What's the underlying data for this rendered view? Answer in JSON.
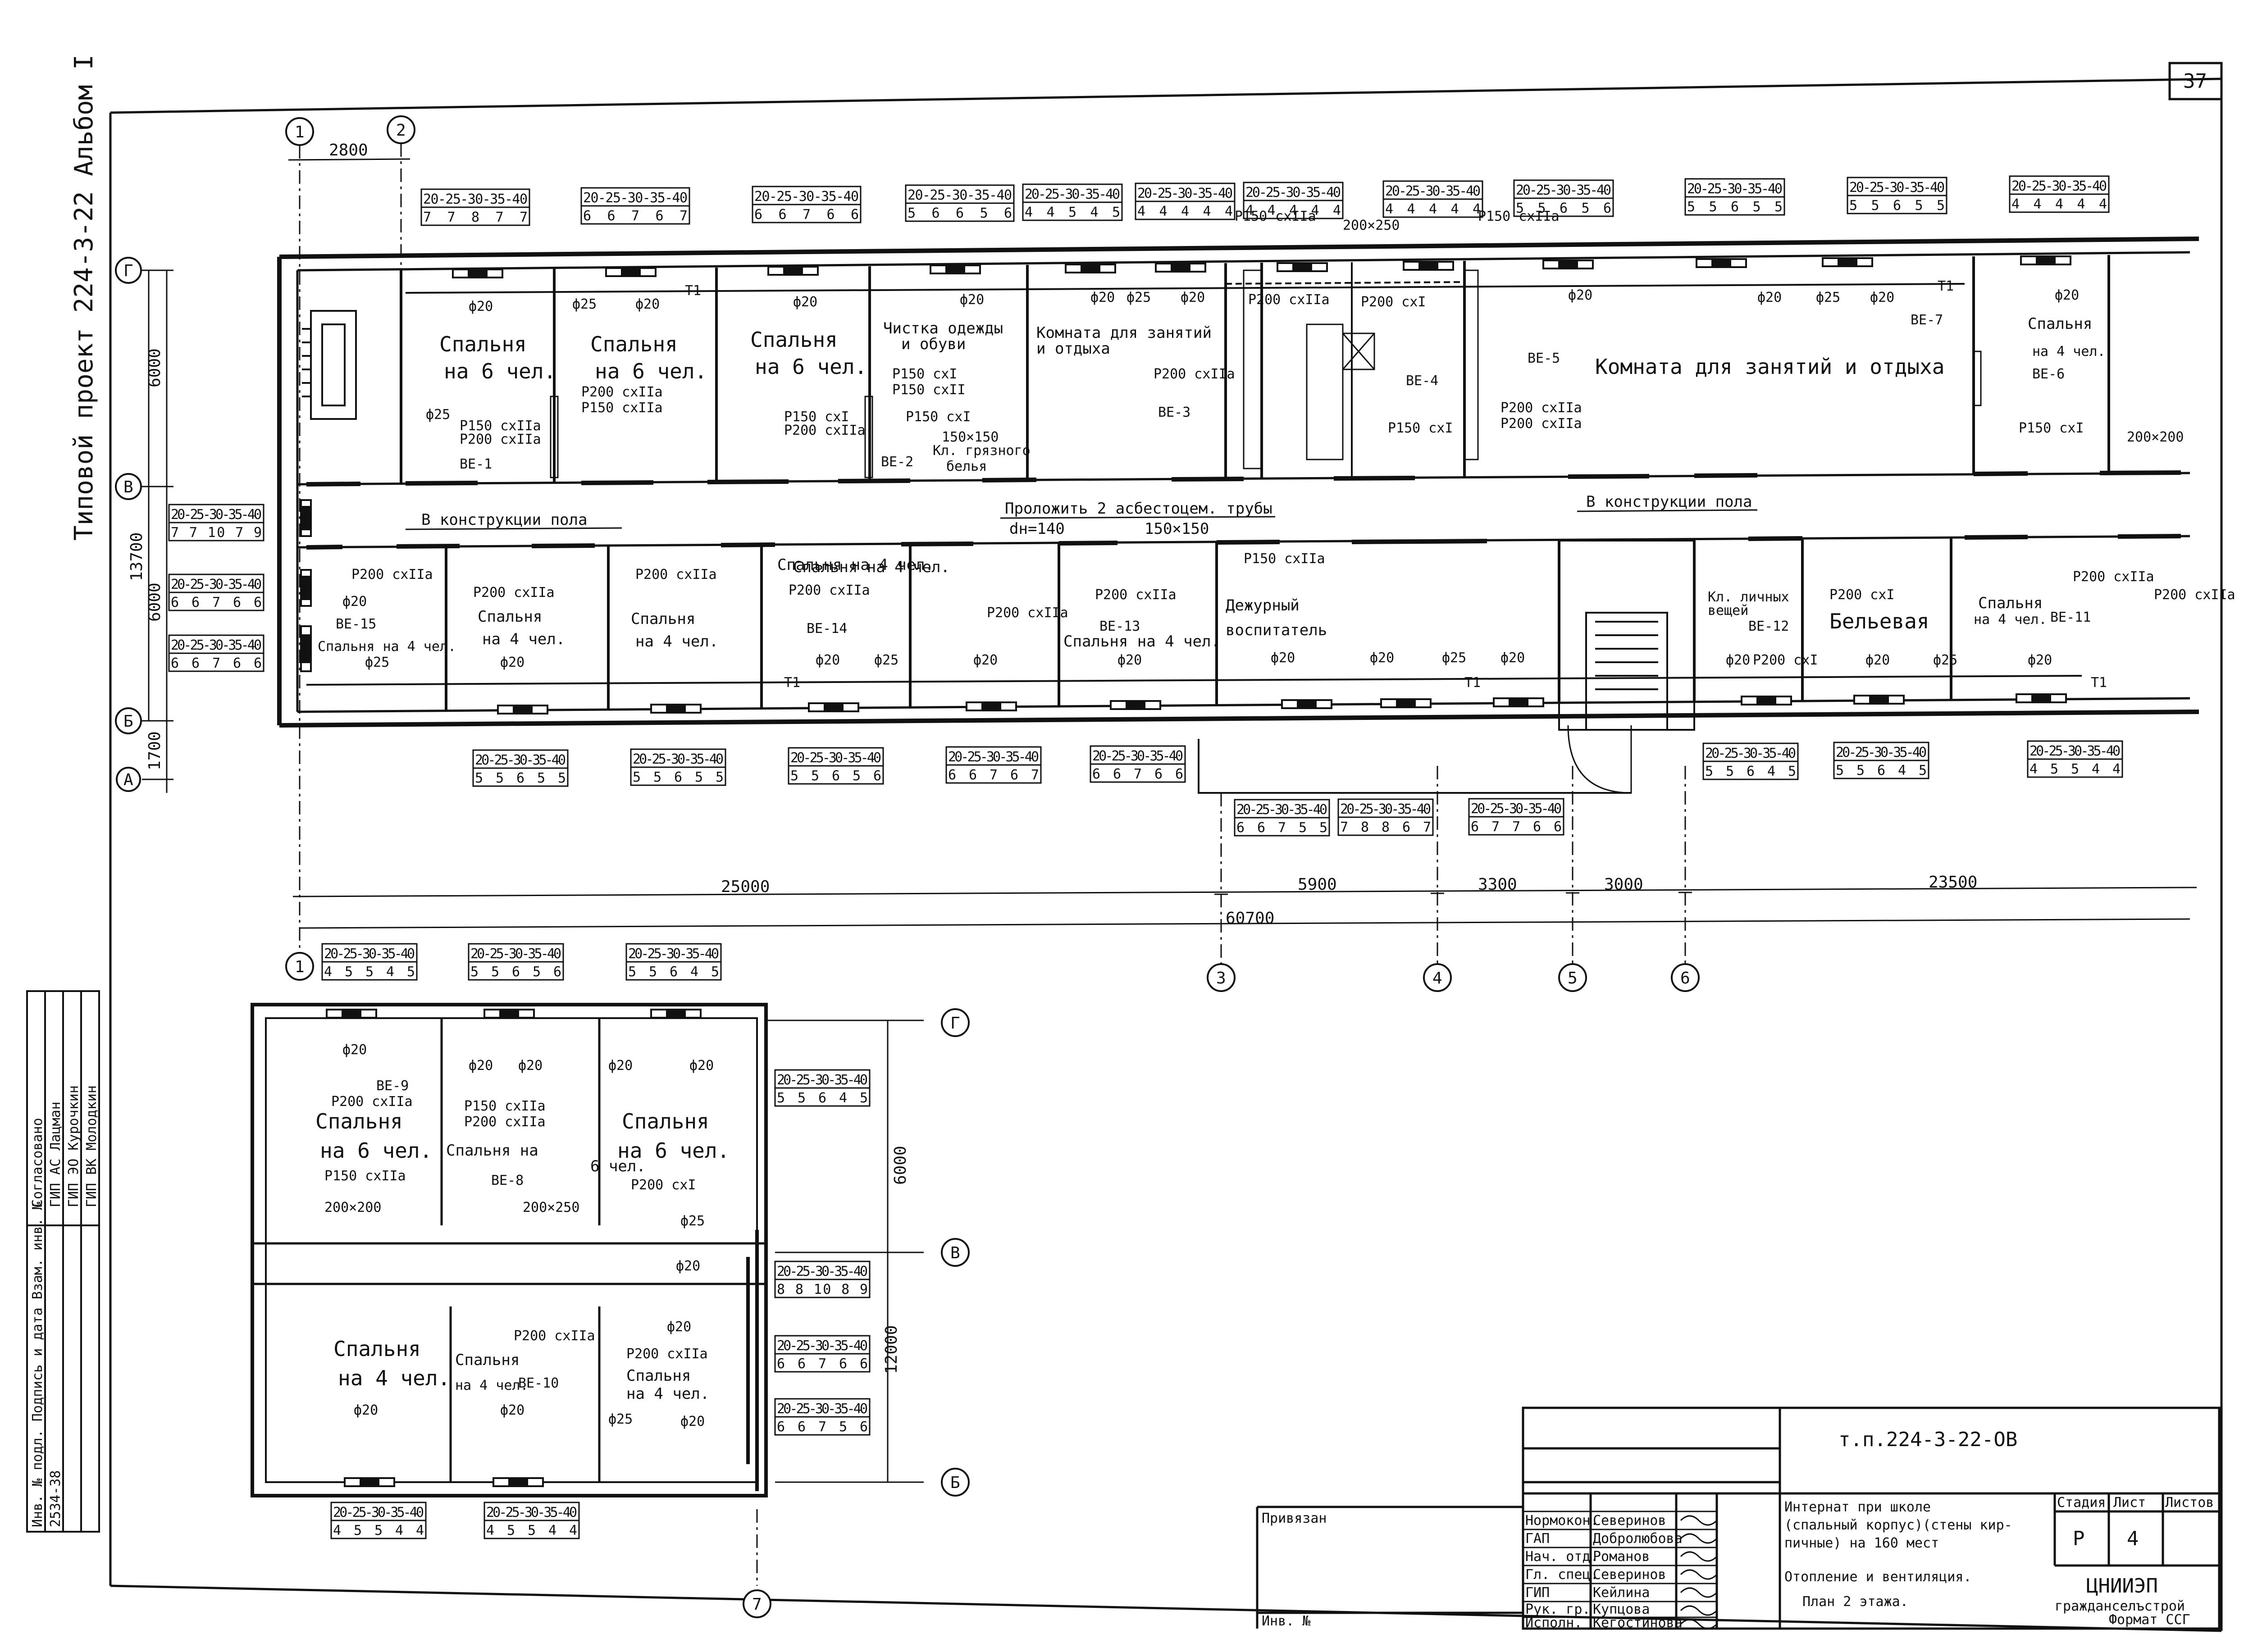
{
  "sheet": {
    "number": "37",
    "side_title": "Типовой проект 224-3-22 Альбом I"
  },
  "axes": {
    "a1": "1",
    "a2": "2",
    "a3": "3",
    "a4": "4",
    "a5": "5",
    "a6": "6",
    "a7": "7",
    "g": "Г",
    "v": "В",
    "b": "Б",
    "a": "А"
  },
  "dims": {
    "d2800": "2800",
    "d6000": "6000",
    "d13700": "13700",
    "d6000b": "6000",
    "d1700": "1700",
    "d25000": "25000",
    "d5900": "5900",
    "d3300": "3300",
    "d3000": "3000",
    "d23500": "23500",
    "d60700": "60700",
    "d6000c": "6000",
    "d12000": "12000"
  },
  "tables": {
    "header": "20-25-30-35-40",
    "t01": "7 7 8 7 7",
    "t02": "6 6 7 6 7",
    "t03": "6 6 7 6 6",
    "t04": "5 6 6 5 6",
    "t05": "4 4 5 4 5",
    "t06": "4 4 4 4 4",
    "t07": "4 4 4 4 4",
    "t08": "4 4 4 4 4",
    "t09": "5 5 6 5 6",
    "t10": "5 5 6 5 5",
    "t11": "5 5 6 5 5",
    "t12": "4 4 4 4 4",
    "t13": "7 7 10 7 9",
    "t14": "6 6 7 6 6",
    "t15": "6 6 7 6 6",
    "t16": "5 5 6 5 5",
    "t17": "5 5 6 5 5",
    "t18": "5 5 6 5 6",
    "t19": "6 6 7 6 7",
    "t20": "6 6 7 6 6",
    "t21": "6 6 7 5 5",
    "t22": "7 8 8 6 7",
    "t23": "6 7 7 6 6",
    "t24": "5 5 6 4 5",
    "t25": "5 5 6 4 5",
    "t26": "4 5 5 4 4",
    "t27": "4 5 5 4 5",
    "t28": "5 5 6 5 6",
    "t29": "5 5 6 4 5",
    "t30": "5 5 6 4 5",
    "t31": "8 8 10 8 9",
    "t32": "6 6 7 6 6",
    "t33": "6 6 7 5 6",
    "t34": "4 5 5 4 4",
    "t35": "4 5 5 4 4"
  },
  "rooms": {
    "r1": "Спальня",
    "r1b": "на 6 чел.",
    "r2": "Спальня",
    "r2b": "на 6 чел.",
    "r3": "Спальня",
    "r3b": "на 6 чел.",
    "r4": "Чистка одежды",
    "r4b": "и обуви",
    "r5": "Комната для занятий",
    "r5b": "и отдыха",
    "r6": "Комната для занятий и отдыха",
    "r7": "Спальня",
    "r7b": "на 4 чел.",
    "r8": "Спальня на 4 чел.",
    "r9": "Спальня",
    "r9b": "на 4 чел.",
    "r10": "Спальня на 4 чел.",
    "r11": "Спальня",
    "r11b": "на 4 чел.",
    "r12": "Спальня на 4 чел.",
    "r13": "Дежурный",
    "r13b": "воспитатель",
    "r14": "Кл. личных",
    "r14b": "вещей",
    "r15": "Бельевая",
    "r16": "Спальня",
    "r16b": "на 4 чел.",
    "r17": "Кл. грязного",
    "r17b": "белья",
    "r18": "Спальня",
    "r18b": "на 6 чел.",
    "r19": "Спальня на",
    "r19b": "6 чел.",
    "r20": "Спальня",
    "r20b": "на 6 чел.",
    "r21": "Спальня",
    "r21b": "на 4 чел.",
    "r22": "Спальня",
    "r22b": "на 4 чел.",
    "r23": "Спальня",
    "r23b": "на 4 чел."
  },
  "notes": {
    "floor1": "В конструкции пола",
    "floor2": "В конструкции пола",
    "pipes": "Проложить 2 асбестоцем. трубы",
    "pipes_d": "dн=140",
    "duct150": "150×150",
    "duct150b": "150×150",
    "duct200": "200×200",
    "duct200b": "200×200",
    "duct200c": "200×250",
    "duct200d": "200×250"
  },
  "tags": {
    "be1": "ВЕ-1",
    "be2": "ВЕ-2",
    "be3": "ВЕ-3",
    "be4": "ВЕ-4",
    "be5": "ВЕ-5",
    "be6": "ВЕ-6",
    "be7": "ВЕ-7",
    "be8": "ВЕ-8",
    "be9": "ВЕ-9",
    "be10": "ВЕ-10",
    "be11": "ВЕ-11",
    "be12": "ВЕ-12",
    "be13": "ВЕ-13",
    "be14": "ВЕ-14",
    "be15": "ВЕ-15",
    "p150": "Р150 схIIа",
    "p200": "Р200 схIIа",
    "p150i": "Р150 схI",
    "p200i": "Р200 схI",
    "p150ii": "Р150 схII",
    "t1": "Т1",
    "f20": "ф20",
    "f25": "ф25"
  },
  "stamp": {
    "code": "т.п.224-3-22-ОВ",
    "title1": "Интернат при школе",
    "title2": "(спальный корпус)(стены кир-",
    "title3": "пичные) на 160 мест",
    "sub1": "Отопление и вентиляция.",
    "sub2": "План 2 этажа.",
    "stage_h": "Стадия",
    "sheet_h": "Лист",
    "sheets_h": "Листов",
    "stage": "Р",
    "sheet": "4",
    "sheets": "",
    "org": "ЦНИИЭП",
    "org2": "гражданселъстрой",
    "format": "Формат ССГ",
    "privyazan": "Привязан",
    "inv": "Инв. №",
    "r1a": "Нормокон.",
    "r1b": "Северинов",
    "r2a": "ГАП",
    "r2b": "Добролюбова",
    "r3a": "Нач. отд.",
    "r3b": "Романов",
    "r4a": "Гл. спец.",
    "r4b": "Северинов",
    "r5a": "ГИП",
    "r5b": "Кейлина",
    "r6a": "Рук. гр.",
    "r6b": "Купцова",
    "r7a": "Исполн.",
    "r7b": "Кегостинова"
  },
  "side": {
    "agreed": "Согласовано",
    "s1": "ГИП АС Лацман",
    "s2": "ГИП ЭО Курочкин",
    "s3": "ГИП ВК Молодкин",
    "inv": "Инв. № подл. Подпись и дата Взам. инв. №",
    "num": "2534-38"
  },
  "frag": "2534-38"
}
